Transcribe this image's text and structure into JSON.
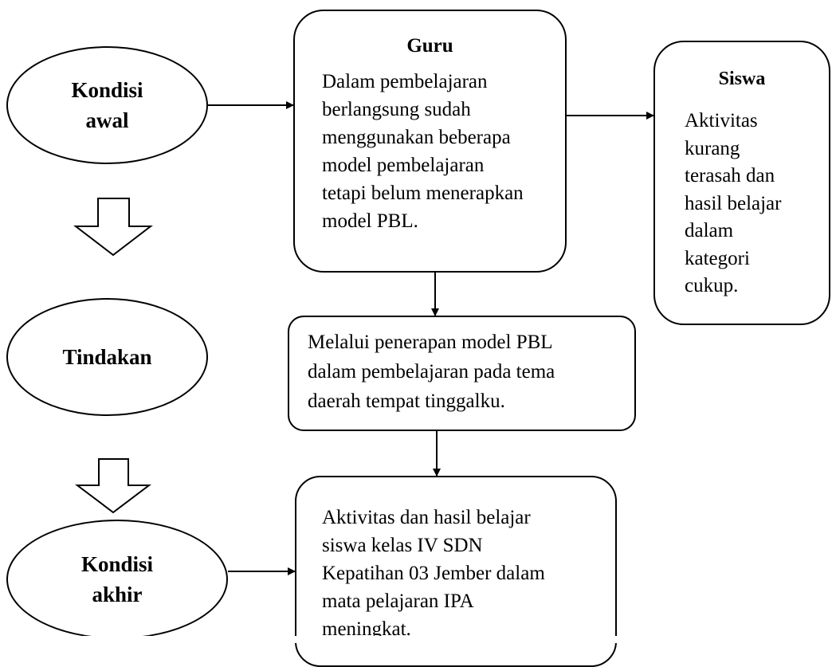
{
  "left_column": {
    "kondisi_awal": "Kondisi\nawal",
    "tindakan": "Tindakan",
    "kondisi_akhir": "Kondisi\nakhir"
  },
  "guru_box": {
    "title": "Guru",
    "body": "Dalam pembelajaran\nberlangsung sudah\nmenggunakan beberapa\nmodel pembelajaran\ntetapi belum menerapkan\nmodel PBL."
  },
  "siswa_box": {
    "title": "Siswa",
    "body": "Aktivitas\nkurang\nterasah dan\nhasil belajar\ndalam\nkategori\ncukup."
  },
  "tindakan_box": {
    "body": "Melalui penerapan model PBL\ndalam pembelajaran pada tema\ndaerah tempat tinggalku."
  },
  "hasil_box": {
    "body": "Aktivitas dan hasil belajar\nsiswa kelas IV SDN\nKepatihan 03 Jember dalam\nmata pelajaran IPA\nmeningkat."
  }
}
